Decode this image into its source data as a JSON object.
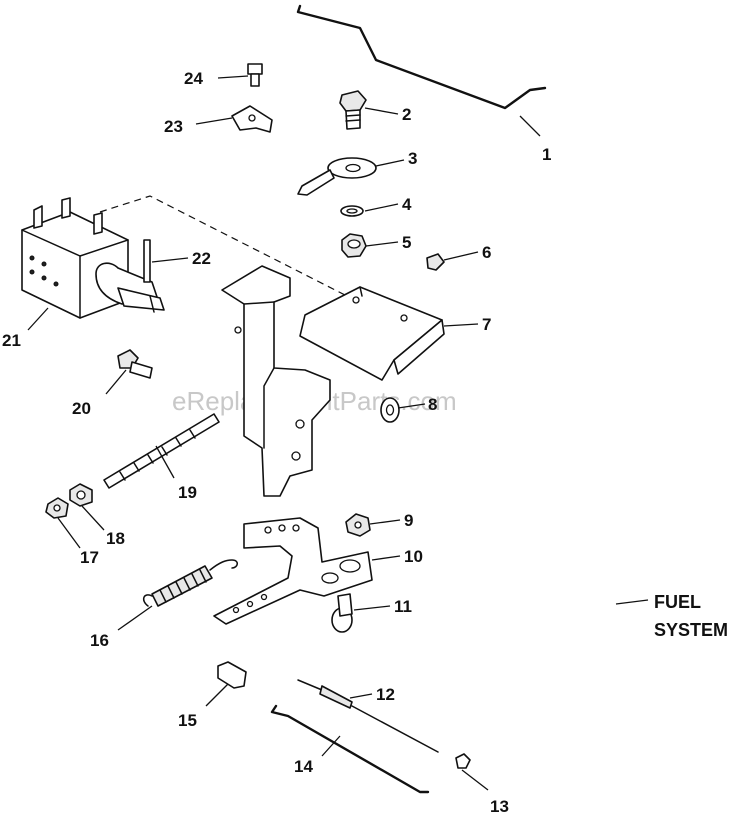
{
  "watermark": "eReplacementParts.com",
  "note": {
    "line1": "FUEL",
    "line2": "SYSTEM"
  },
  "callouts": {
    "c1": "1",
    "c2": "2",
    "c3": "3",
    "c4": "4",
    "c5": "5",
    "c6": "6",
    "c7": "7",
    "c8": "8",
    "c9": "9",
    "c10": "10",
    "c11": "11",
    "c12": "12",
    "c13": "13",
    "c14": "14",
    "c15": "15",
    "c16": "16",
    "c17": "17",
    "c18": "18",
    "c19": "19",
    "c20": "20",
    "c21": "21",
    "c22": "22",
    "c23": "23",
    "c24": "24"
  }
}
